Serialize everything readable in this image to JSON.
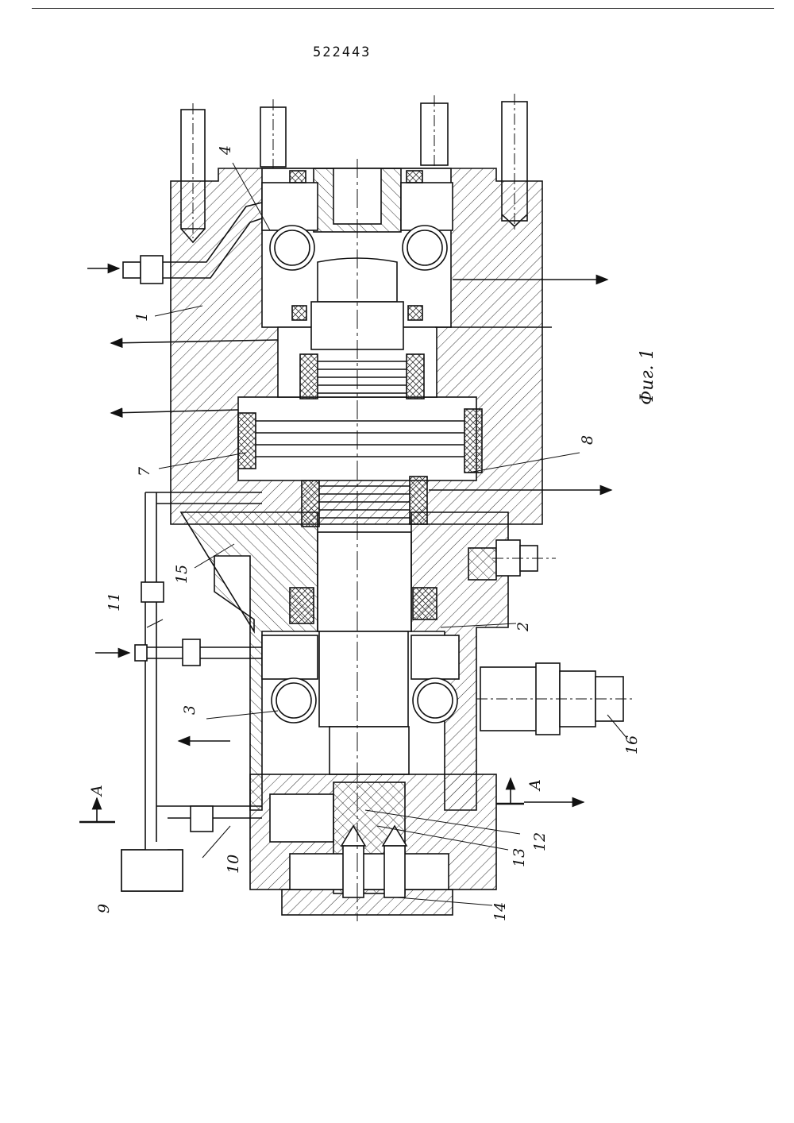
{
  "document": {
    "patent_number": "522443",
    "figure_caption": "Фиг. 1"
  },
  "labels": {
    "l1": "1",
    "l2": "2",
    "l3": "3",
    "l4": "4",
    "l7": "7",
    "l8": "8",
    "l9": "9",
    "l10": "10",
    "l11": "11",
    "l12": "12",
    "l13": "13",
    "l14": "14",
    "l15": "15",
    "l16": "16",
    "sectionA": "A"
  }
}
